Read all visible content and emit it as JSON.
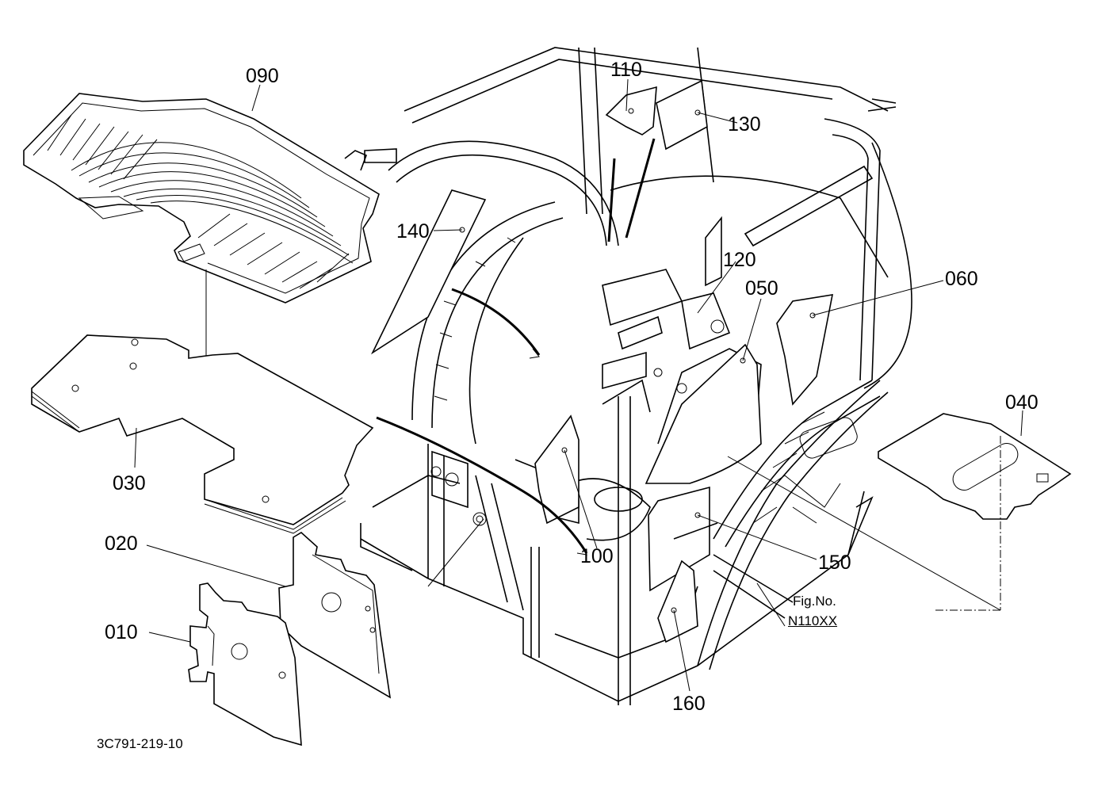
{
  "parts": [
    {
      "id": "p090",
      "label": "090"
    },
    {
      "id": "p110",
      "label": "110"
    },
    {
      "id": "p130",
      "label": "130"
    },
    {
      "id": "p140",
      "label": "140"
    },
    {
      "id": "p120",
      "label": "120"
    },
    {
      "id": "p050",
      "label": "050"
    },
    {
      "id": "p060",
      "label": "060"
    },
    {
      "id": "p040",
      "label": "040"
    },
    {
      "id": "p030",
      "label": "030"
    },
    {
      "id": "p020",
      "label": "020"
    },
    {
      "id": "p100",
      "label": "100"
    },
    {
      "id": "p150",
      "label": "150"
    },
    {
      "id": "p010",
      "label": "010"
    },
    {
      "id": "p160",
      "label": "160"
    }
  ],
  "figure": {
    "caption": "Fig.No.",
    "number": "N110XX"
  },
  "drawing_number": "3C791-219-10"
}
